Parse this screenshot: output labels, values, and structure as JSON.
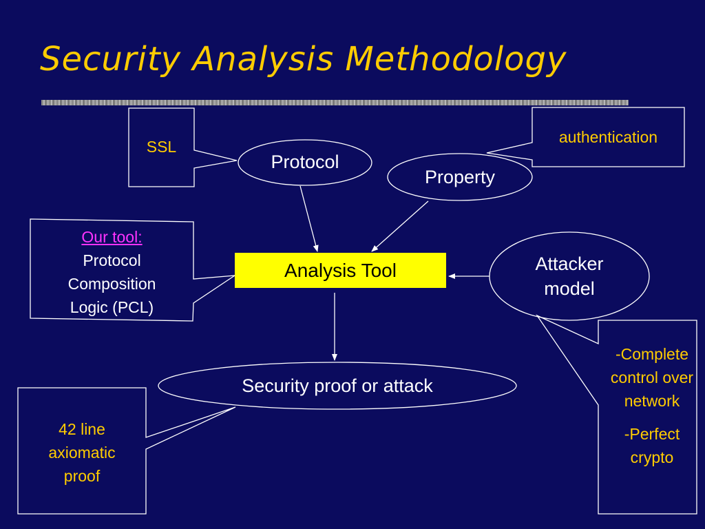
{
  "title": "Security Analysis Methodology",
  "nodes": {
    "protocol": "Protocol",
    "property": "Property",
    "analysis_tool": "Analysis Tool",
    "attacker_model": "Attacker\nmodel",
    "security_proof": "Security proof or attack"
  },
  "notes": {
    "ssl": "SSL",
    "authentication": "authentication",
    "our_tool_heading": "Our tool:",
    "our_tool_body": "Protocol\nComposition\nLogic (PCL)",
    "proof": "42 line\naxiomatic\nproof",
    "attacker_1": "-Complete control over network",
    "attacker_2": "-Perfect crypto"
  },
  "colors": {
    "background": "#0b0b5e",
    "title": "#ffcc00",
    "note_text": "#ffcc00",
    "node_text": "#ffffff",
    "tool_fill": "#ffff00",
    "link_text": "#ff33ff"
  }
}
